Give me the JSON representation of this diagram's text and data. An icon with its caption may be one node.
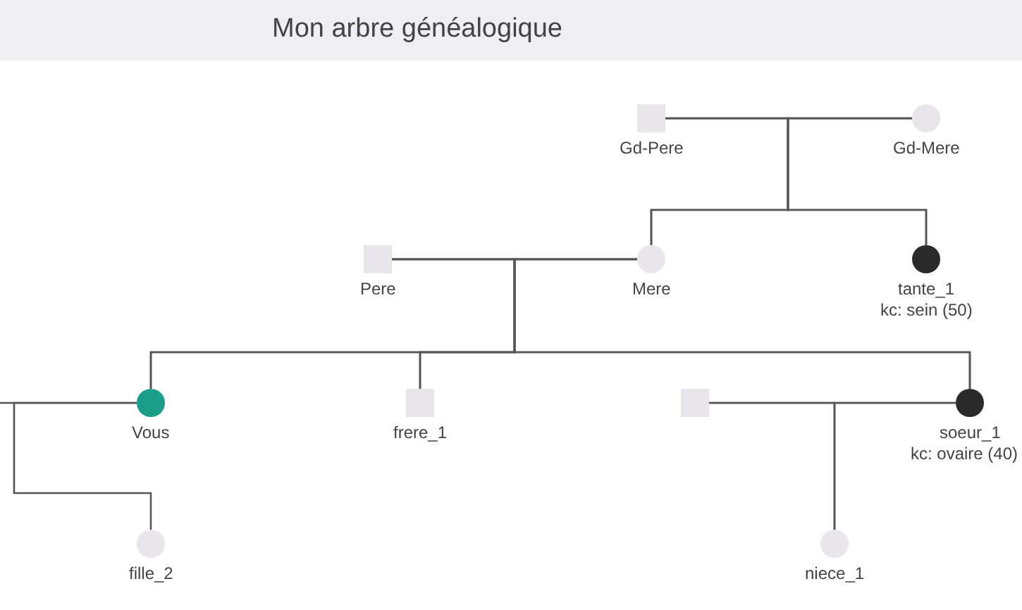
{
  "diagram": {
    "title": "Mon arbre généalogique",
    "nodes": [
      {
        "text": [],
        "shape": "box",
        "beside": [
          "Gd-Pere"
        ]
      },
      {
        "text": [],
        "shape": "circle",
        "beside": [
          "Gd-Mere"
        ]
      },
      {
        "text": [],
        "shape": "box",
        "beside": [
          "Pere"
        ]
      },
      {
        "text": [],
        "shape": "circle",
        "beside": [
          "Mere"
        ]
      },
      {
        "text": [],
        "shape": "circle",
        "beside": [
          "tante_1",
          "kc: sein (50)"
        ]
      },
      {
        "text": [],
        "shape": "circle",
        "beside": [
          "Vous"
        ]
      },
      {
        "text": [],
        "shape": "box",
        "beside": [
          "frere_1"
        ]
      },
      {
        "text": [],
        "shape": "box"
      },
      {
        "text": [],
        "shape": "circle",
        "beside": [
          "soeur_1",
          "kc: ovaire (40)"
        ]
      },
      {
        "text": [],
        "shape": "circle",
        "beside": [
          "fille_2"
        ]
      },
      {
        "text": [],
        "shape": "circle",
        "beside": [
          "niece_1"
        ]
      }
    ],
    "edges": [
      {
        "from": 0,
        "to": 1,
        "arrow": "none"
      },
      {
        "from": 0,
        "to": 3,
        "arrow": "none"
      },
      {
        "from": 1,
        "to": 3,
        "arrow": "none"
      },
      {
        "from": 0,
        "to": 4,
        "arrow": "none"
      },
      {
        "from": 1,
        "to": 4,
        "arrow": "none"
      },
      {
        "from": 2,
        "to": 3,
        "arrow": "none"
      },
      {
        "from": 2,
        "to": 5,
        "arrow": "none"
      },
      {
        "from": 3,
        "to": 5,
        "arrow": "none"
      },
      {
        "from": 2,
        "to": 6,
        "arrow": "none"
      },
      {
        "from": 3,
        "to": 6,
        "arrow": "none"
      },
      {
        "from": 2,
        "to": 8,
        "arrow": "none"
      },
      {
        "from": 3,
        "to": 8,
        "arrow": "none"
      },
      {
        "from": 7,
        "to": 8,
        "arrow": "none"
      },
      {
        "from": 7,
        "to": 10,
        "arrow": "none"
      },
      {
        "from": 8,
        "to": 10,
        "arrow": "none"
      },
      {
        "from": null,
        "to": 5,
        "arrow": "none"
      },
      {
        "from": 5,
        "to": 9,
        "arrow": "none"
      }
    ]
  }
}
